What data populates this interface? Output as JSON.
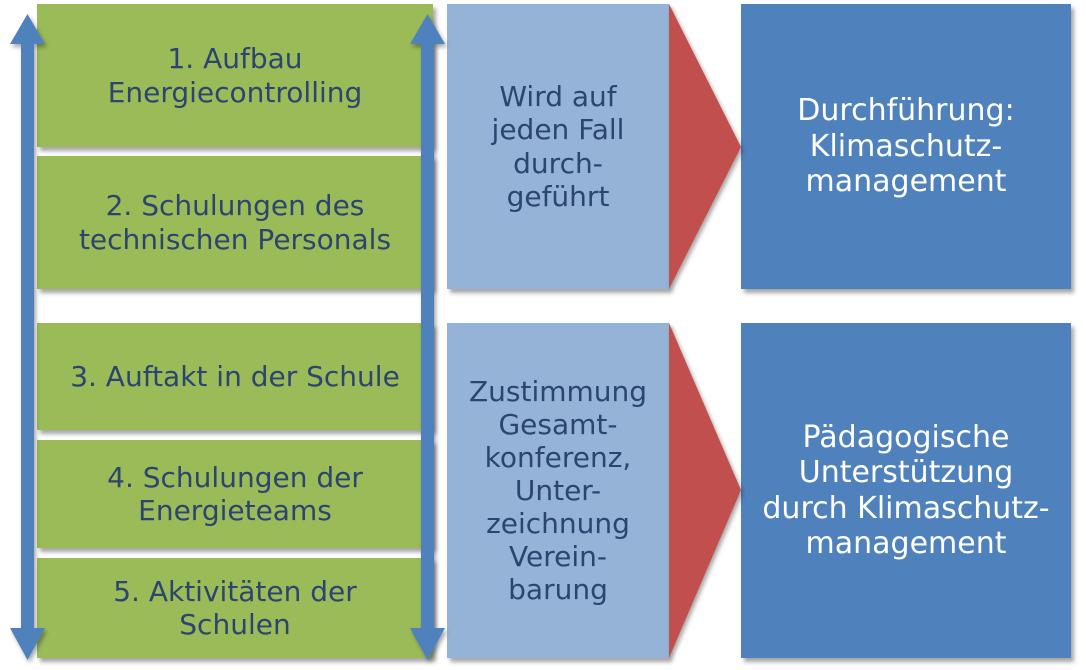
{
  "steps": [
    {
      "label": "1. Aufbau\nEnergiecontrolling"
    },
    {
      "label": "2. Schulungen des\ntechnischen Personals"
    },
    {
      "label": "3. Auftakt in der Schule"
    },
    {
      "label": "4. Schulungen der\nEnergieteams"
    },
    {
      "label": "5. Aktivitäten der\nSchulen"
    }
  ],
  "conditions": [
    {
      "label": "Wird auf\njeden Fall\ndurch-\ngeführt"
    },
    {
      "label": "Zustimmung\nGesamt-\nkonferenz,\nUnter-\nzeichnung\nVerein-\nbarung"
    }
  ],
  "outcomes": [
    {
      "label": "Durchführung:\nKlimaschutz-\nmanagement"
    },
    {
      "label": "Pädagogische\nUnterstützung\ndurch Klimaschutz-\nmanagement"
    }
  ],
  "colors": {
    "step_fill": "#9bbb59",
    "condition_fill": "#95b3d7",
    "outcome_fill": "#4f81bd",
    "arrow_red": "#c0504d",
    "arrow_blue": "#4f81bd"
  }
}
